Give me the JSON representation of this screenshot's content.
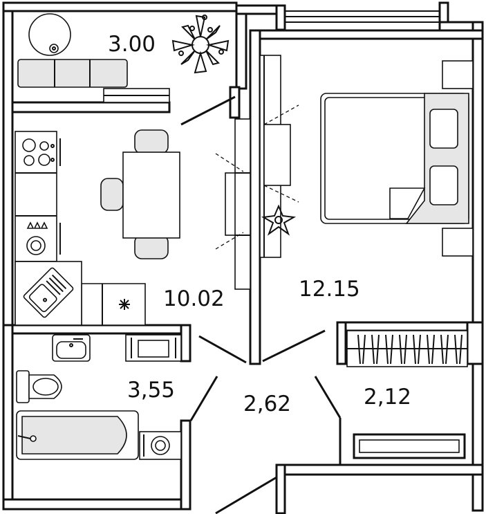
{
  "rooms": [
    {
      "id": "balcony",
      "area": "3.00"
    },
    {
      "id": "kitchen",
      "area": "10.02"
    },
    {
      "id": "bedroom",
      "area": "12.15"
    },
    {
      "id": "bathroom",
      "area": "3,55"
    },
    {
      "id": "hallway",
      "area": "2,62"
    },
    {
      "id": "closet",
      "area": "2,12"
    }
  ]
}
